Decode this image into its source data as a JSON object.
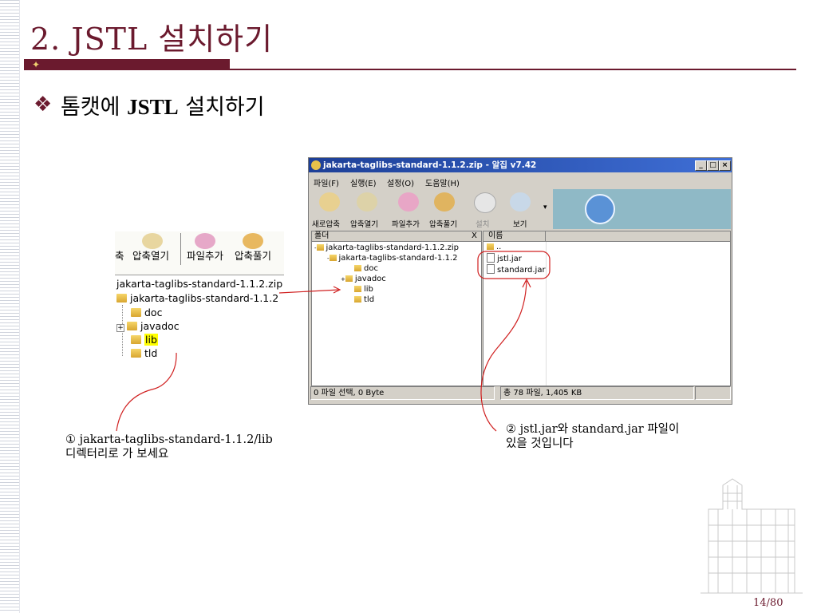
{
  "slide": {
    "title": "2. JSTL 설치하기",
    "bullet_symbol": "❖",
    "bullet_prefix": "톰캣에 ",
    "bullet_bold": "JSTL",
    "bullet_suffix": " 설치하기",
    "page_number": "14/80"
  },
  "zoom": {
    "toolbar_labels": [
      "축",
      "압축열기",
      "파일추가",
      "압축풀기"
    ],
    "tree": [
      "jakarta-taglibs-standard-1.1.2.zip",
      "jakarta-taglibs-standard-1.1.2",
      "doc",
      "javadoc",
      "lib",
      "tld"
    ]
  },
  "window": {
    "title": "jakarta-taglibs-standard-1.1.2.zip - 알집 v7.42",
    "menu": [
      "파일(F)",
      "실행(E)",
      "설정(O)",
      "도움말(H)"
    ],
    "toolbar": [
      "새로압축",
      "압축열기",
      "파일추가",
      "압축풀기",
      "설치",
      "보기"
    ],
    "tree_header": "폴더",
    "tree_close": "X",
    "tree": [
      "jakarta-taglibs-standard-1.1.2.zip",
      "jakarta-taglibs-standard-1.1.2",
      "doc",
      "javadoc",
      "lib",
      "tld"
    ],
    "list_header": "이름",
    "files": [
      "..",
      "jstl.jar",
      "standard.jar"
    ],
    "status_left": "0 파일 선택,  0 Byte",
    "status_right": "총 78 파일,  1,405 KB"
  },
  "notes": {
    "note1_line1": "① jakarta-taglibs-standard-1.1.2/lib",
    "note1_line2": "디렉터리로 가 보세요",
    "note2_line1": "② jstl.jar와 standard.jar 파일이",
    "note2_line2": "있을 것입니다"
  },
  "colors": {
    "accent": "#6b1a2e",
    "annotation": "#d02020"
  }
}
